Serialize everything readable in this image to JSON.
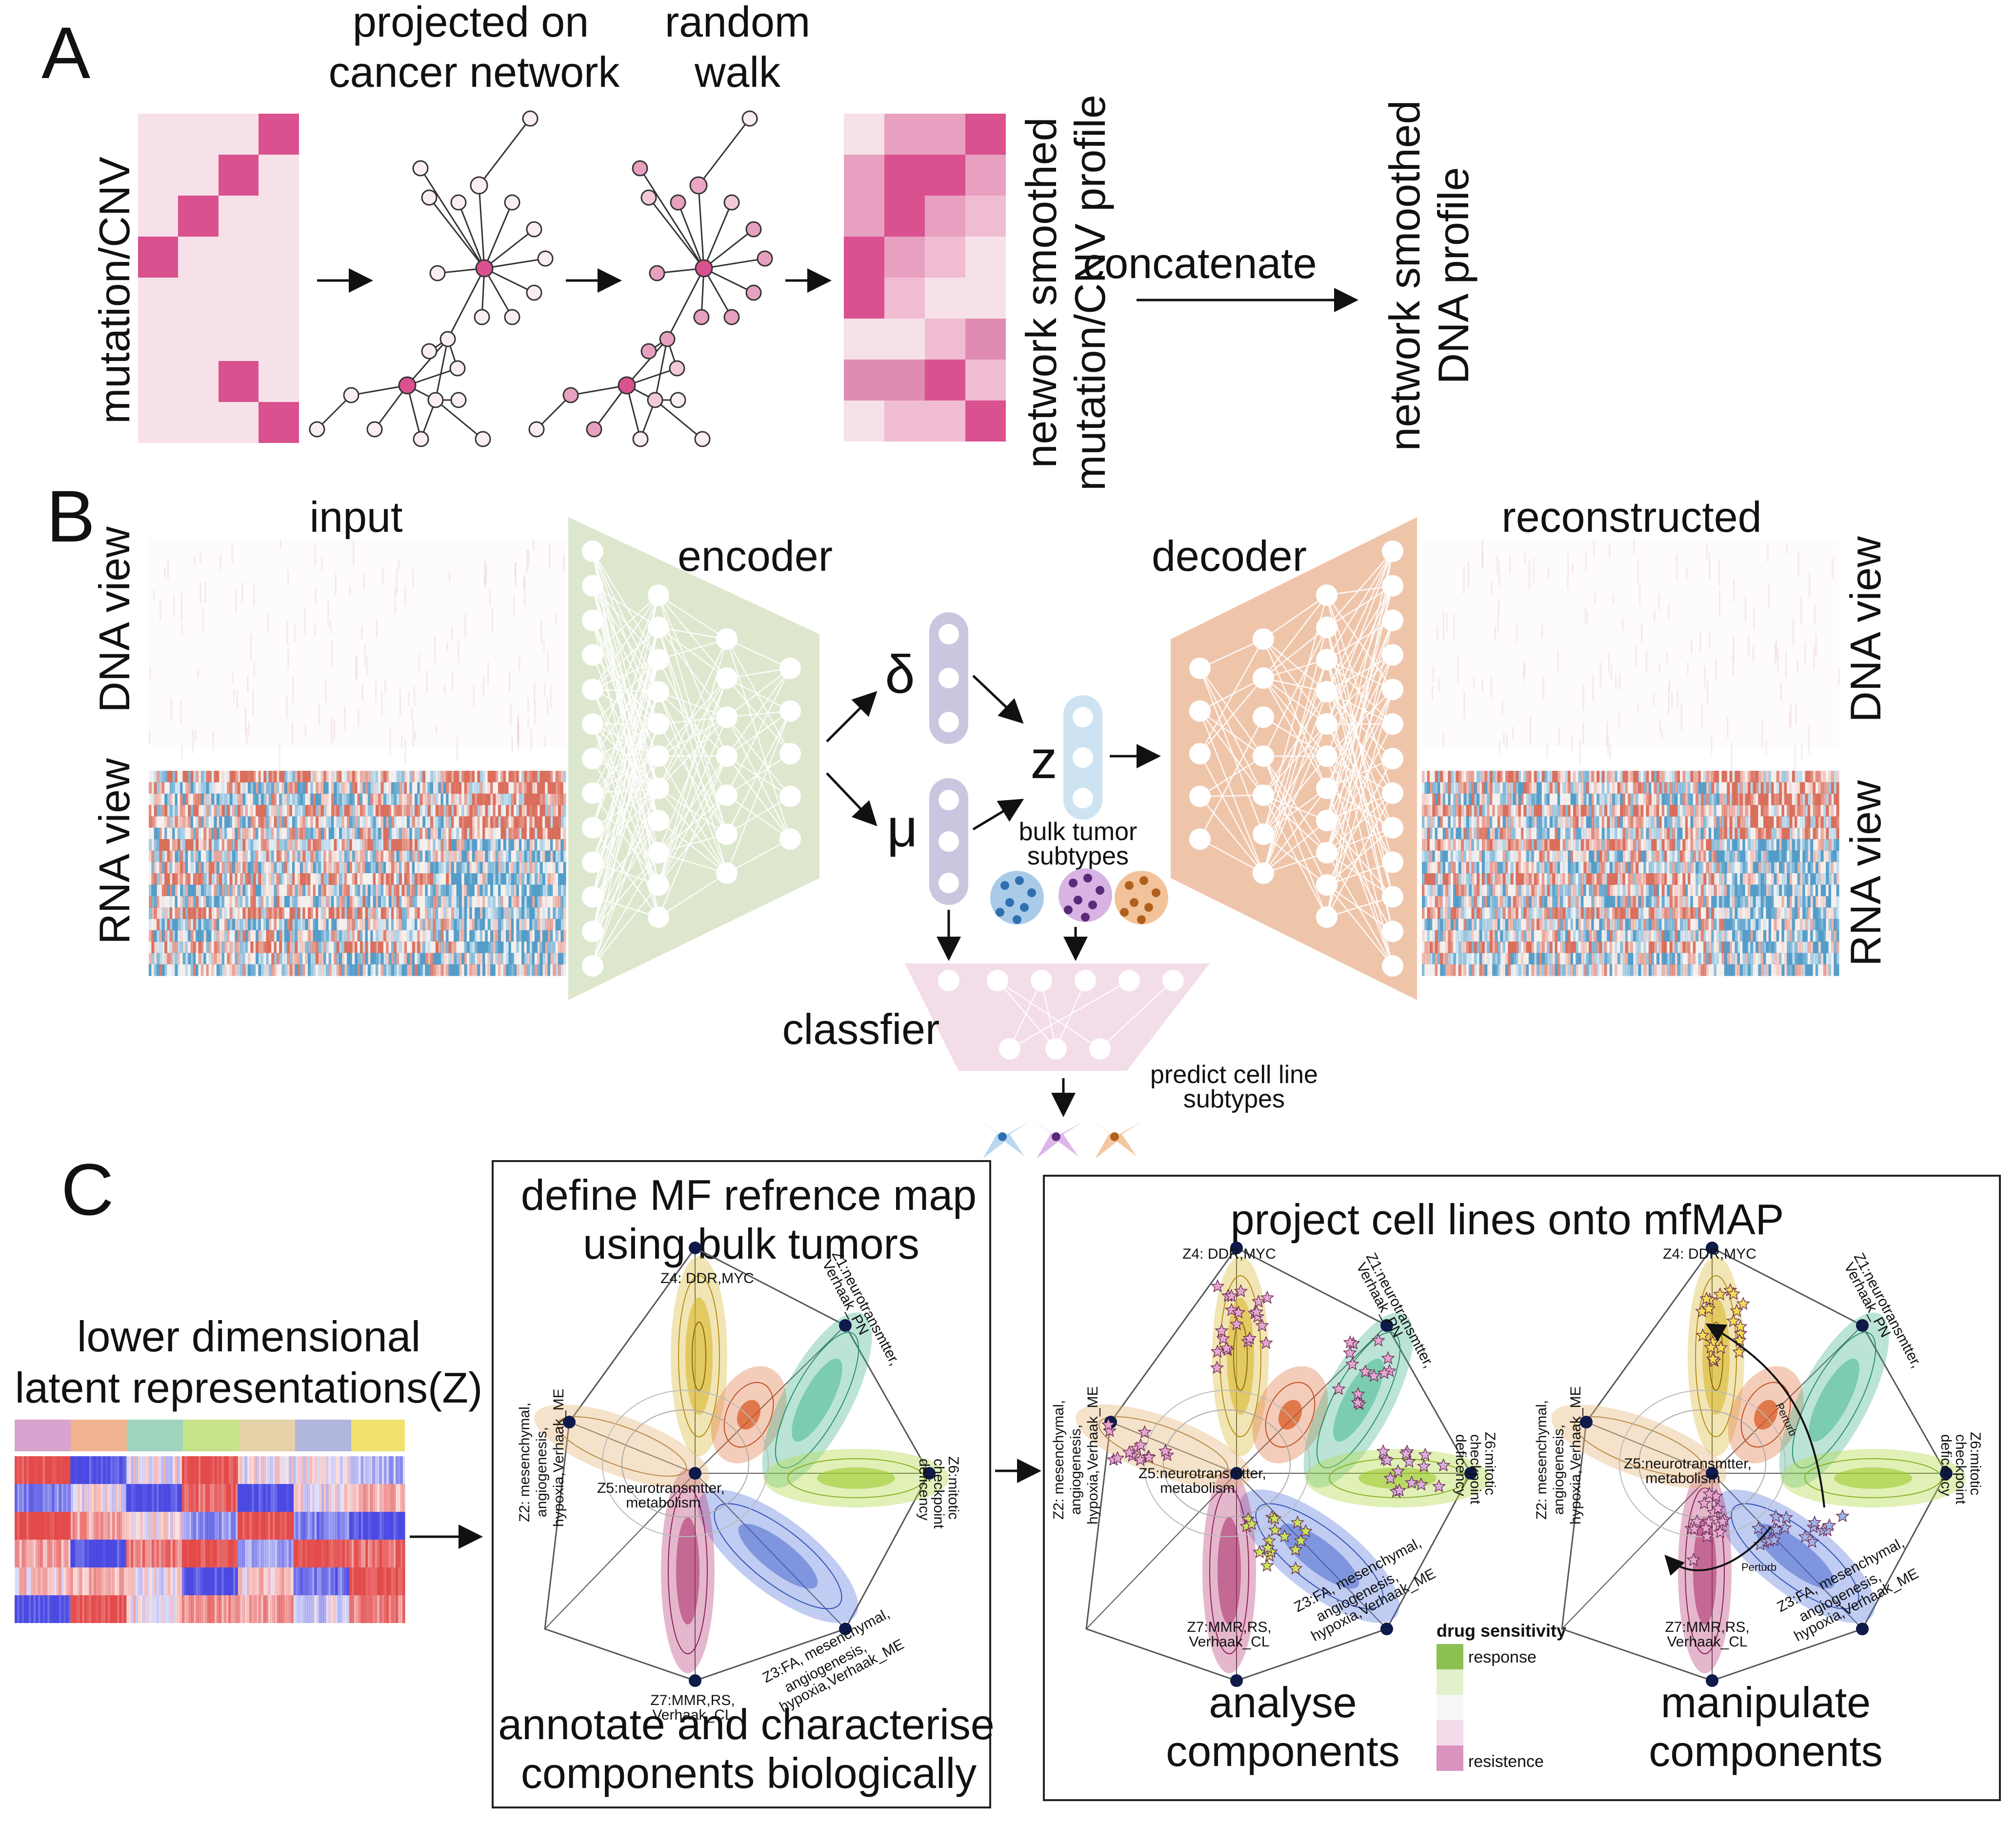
{
  "colors": {
    "pink_dark": "#d9518f",
    "pink_light": "#f7e1e8",
    "encoder_green": "#dde7cd",
    "decoder_orange": "#efc5aa",
    "latent_purple": "#cac6e0",
    "latent_blue": "#cde3f2",
    "classifier_pink": "#f3dde9",
    "heat_red": "#d6604d",
    "heat_blue": "#4393c3",
    "latent_z_red": "#e34a4a",
    "latent_z_blue": "#4a4ae3",
    "drug_response": "#8cc152",
    "drug_resistence": "#d993bd"
  },
  "icons": [
    "network-graph-icon",
    "cluster-icon",
    "cell-line-icon",
    "arrow-icon",
    "perturb-arrow-icon"
  ],
  "panel_a": {
    "letter": "A",
    "mutation_label": "mutation/CNV",
    "projected_label_line1": "projected on",
    "projected_label_line2": "cancer network",
    "random_walk_line1": "random",
    "random_walk_line2": "walk",
    "smoothed_label_line1": "network smoothed",
    "smoothed_label_line2": "mutation/CNV profile",
    "concatenate_label": "concatenate",
    "dna_profile_line1": "network smoothed",
    "dna_profile_line2": "DNA profile"
  },
  "panel_b": {
    "letter": "B",
    "input_label": "input",
    "encoder_label": "encoder",
    "decoder_label": "decoder",
    "reconstructed_label": "reconstructed",
    "dna_view_label": "DNA view",
    "rna_view_label": "RNA view",
    "delta_symbol": "δ",
    "mu_symbol": "μ",
    "z_symbol": "z",
    "bulk_subtypes_line1": "bulk tumor",
    "bulk_subtypes_line2": "subtypes",
    "classifier_label": "classfier",
    "predict_line1": "predict cell line",
    "predict_line2": "subtypes"
  },
  "panel_c": {
    "letter": "C",
    "latent_line1": "lower dimensional",
    "latent_line2": "latent representations(Z)",
    "define_line1": "define MF refrence map",
    "define_line2": "using bulk tumors",
    "annotate_line1": "annotate and characterise",
    "annotate_line2": "components biologically",
    "project_title": "project cell lines onto mfMAP",
    "analyse_line1": "analyse",
    "analyse_line2": "components",
    "manipulate_line1": "manipulate",
    "manipulate_line2": "components",
    "drug_sensitivity_title": "drug sensitivity",
    "legend_response": "response",
    "legend_resistence": "resistence",
    "perturb_label": "Perturb",
    "vertex_labels": {
      "z4": "Z4: DDR,MYC",
      "z1_line1": "Z1:neurotransmtter,",
      "z1_line2": "Verhaak_PN",
      "z2_line1": "Z2: mesenchymal,",
      "z2_line2": "angiogenesis,",
      "z2_line3": "hypoxia,Verhaak_ME",
      "z5_line1": "Z5:neurotransmtter,",
      "z5_line2": "metabolism",
      "z6_line1": "Z6:mitotic",
      "z6_line2": "checkpoint",
      "z6_line3": "deficency",
      "z7_line1": "Z7:MMR,RS,",
      "z7_line2": "Verhaak_CL",
      "z3_line1": "Z3:FA, mesenchymal,",
      "z3_line2": "angiogenesis,",
      "z3_line3": "hypoxia,Verhaak_ME"
    }
  }
}
